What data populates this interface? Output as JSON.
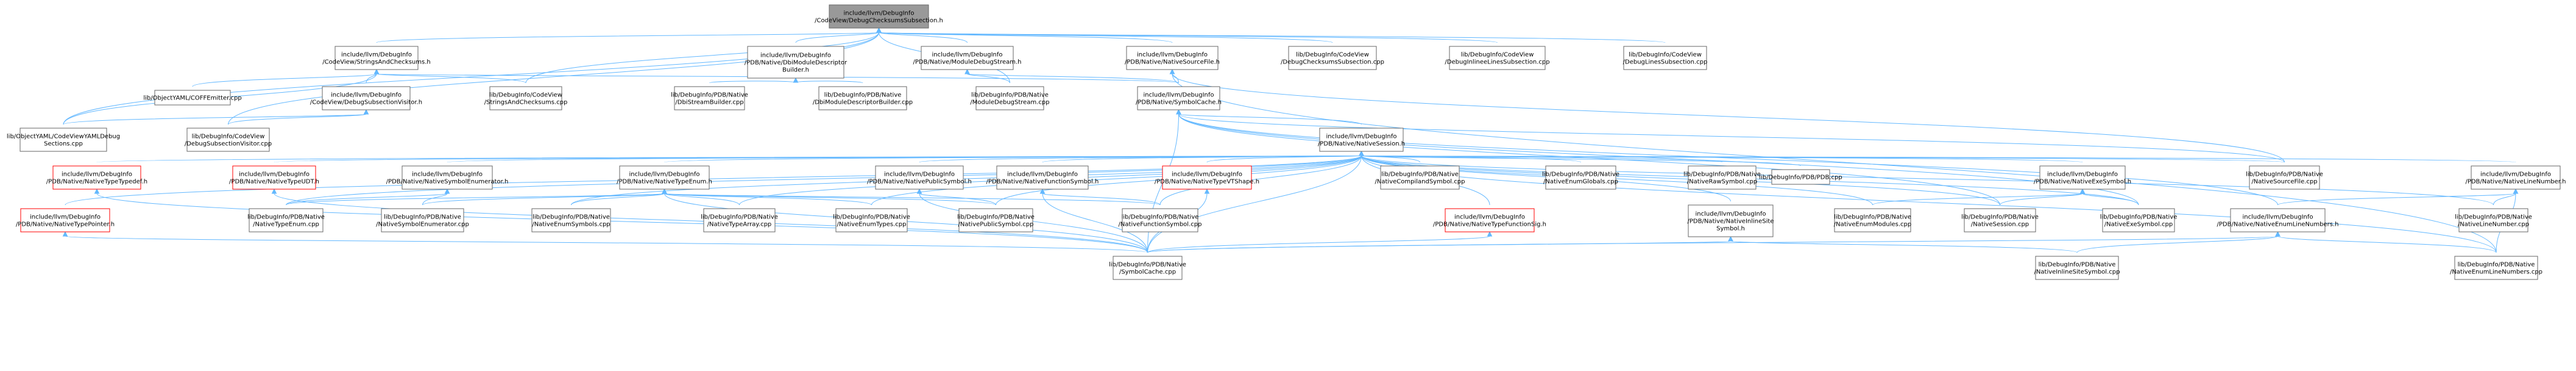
{
  "colors": {
    "root_fill": "#999999",
    "normal_fill": "#ffffff",
    "normal_stroke": "#666666",
    "red_stroke": "#ff0000",
    "edge": "#63b8ff",
    "text": "#000000"
  },
  "nodes": [
    {
      "id": "root",
      "lines": [
        "include/llvm/DebugInfo",
        "/CodeView/DebugChecksumsSubsection.h"
      ],
      "kind": "root"
    },
    {
      "id": "sac",
      "lines": [
        "include/llvm/DebugInfo",
        "/CodeView/StringsAndChecksums.h"
      ],
      "kind": "normal"
    },
    {
      "id": "dbimod",
      "lines": [
        "include/llvm/DebugInfo",
        "/PDB/Native/DbiModuleDescriptor",
        "Builder.h"
      ],
      "kind": "normal"
    },
    {
      "id": "moddbg",
      "lines": [
        "include/llvm/DebugInfo",
        "/PDB/Native/ModuleDebugStream.h"
      ],
      "kind": "normal"
    },
    {
      "id": "natsrc",
      "lines": [
        "include/llvm/DebugInfo",
        "/PDB/Native/NativeSourceFile.h"
      ],
      "kind": "normal"
    },
    {
      "id": "cvchk",
      "lines": [
        "lib/DebugInfo/CodeView",
        "/DebugChecksumsSubsection.cpp"
      ],
      "kind": "normal"
    },
    {
      "id": "cvinl",
      "lines": [
        "lib/DebugInfo/CodeView",
        "/DebugInlineeLinesSubsection.cpp"
      ],
      "kind": "normal"
    },
    {
      "id": "cvlines",
      "lines": [
        "lib/DebugInfo/CodeView",
        "/DebugLinesSubsection.cpp"
      ],
      "kind": "normal"
    },
    {
      "id": "coffemit",
      "lines": [
        "lib/ObjectYAML/COFFEmitter.cpp"
      ],
      "kind": "normal"
    },
    {
      "id": "dsv",
      "lines": [
        "include/llvm/DebugInfo",
        "/CodeView/DebugSubsectionVisitor.h"
      ],
      "kind": "normal"
    },
    {
      "id": "sacpp",
      "lines": [
        "lib/DebugInfo/CodeView",
        "/StringsAndChecksums.cpp"
      ],
      "kind": "normal"
    },
    {
      "id": "dbistream",
      "lines": [
        "lib/DebugInfo/PDB/Native",
        "/DbiStreamBuilder.cpp"
      ],
      "kind": "normal"
    },
    {
      "id": "dbimodcpp",
      "lines": [
        "lib/DebugInfo/PDB/Native",
        "/DbiModuleDescriptorBuilder.cpp"
      ],
      "kind": "normal"
    },
    {
      "id": "moddbgcpp",
      "lines": [
        "lib/DebugInfo/PDB/Native",
        "/ModuleDebugStream.cpp"
      ],
      "kind": "normal"
    },
    {
      "id": "symcache",
      "lines": [
        "include/llvm/DebugInfo",
        "/PDB/Native/SymbolCache.h"
      ],
      "kind": "normal"
    },
    {
      "id": "yamldbg",
      "lines": [
        "lib/ObjectYAML/CodeViewYAMLDebug",
        "Sections.cpp"
      ],
      "kind": "normal"
    },
    {
      "id": "dsvcpp",
      "lines": [
        "lib/DebugInfo/CodeView",
        "/DebugSubsectionVisitor.cpp"
      ],
      "kind": "normal"
    },
    {
      "id": "natsess",
      "lines": [
        "include/llvm/DebugInfo",
        "/PDB/Native/NativeSession.h"
      ],
      "kind": "normal"
    },
    {
      "id": "tdef",
      "lines": [
        "include/llvm/DebugInfo",
        "/PDB/Native/NativeTypeTypedef.h"
      ],
      "kind": "red"
    },
    {
      "id": "udt",
      "lines": [
        "include/llvm/DebugInfo",
        "/PDB/Native/NativeTypeUDT.h"
      ],
      "kind": "red"
    },
    {
      "id": "symenum",
      "lines": [
        "include/llvm/DebugInfo",
        "/PDB/Native/NativeSymbolEnumerator.h"
      ],
      "kind": "normal"
    },
    {
      "id": "typeenum",
      "lines": [
        "include/llvm/DebugInfo",
        "/PDB/Native/NativeTypeEnum.h"
      ],
      "kind": "normal"
    },
    {
      "id": "pubsym",
      "lines": [
        "include/llvm/DebugInfo",
        "/PDB/Native/NativePublicSymbol.h"
      ],
      "kind": "normal"
    },
    {
      "id": "funcsym",
      "lines": [
        "include/llvm/DebugInfo",
        "/PDB/Native/NativeFunctionSymbol.h"
      ],
      "kind": "normal"
    },
    {
      "id": "vtshape",
      "lines": [
        "include/llvm/DebugInfo",
        "/PDB/Native/NativeTypeVTShape.h"
      ],
      "kind": "red"
    },
    {
      "id": "compsym",
      "lines": [
        "lib/DebugInfo/PDB/Native",
        "/NativeCompilandSymbol.cpp"
      ],
      "kind": "normal"
    },
    {
      "id": "enumglob",
      "lines": [
        "lib/DebugInfo/PDB/Native",
        "/NativeEnumGlobals.cpp"
      ],
      "kind": "normal"
    },
    {
      "id": "rawsym",
      "lines": [
        "lib/DebugInfo/PDB/Native",
        "/NativeRawSymbol.cpp"
      ],
      "kind": "normal"
    },
    {
      "id": "pdbcpp",
      "lines": [
        "lib/DebugInfo/PDB/PDB.cpp"
      ],
      "kind": "normal"
    },
    {
      "id": "exesym",
      "lines": [
        "include/llvm/DebugInfo",
        "/PDB/Native/NativeExeSymbol.h"
      ],
      "kind": "normal"
    },
    {
      "id": "natsrccpp",
      "lines": [
        "lib/DebugInfo/PDB/Native",
        "/NativeSourceFile.cpp"
      ],
      "kind": "normal"
    },
    {
      "id": "linenum",
      "lines": [
        "include/llvm/DebugInfo",
        "/PDB/Native/NativeLineNumber.h"
      ],
      "kind": "normal"
    },
    {
      "id": "typeptr",
      "lines": [
        "include/llvm/DebugInfo",
        "/PDB/Native/NativeTypePointer.h"
      ],
      "kind": "red"
    },
    {
      "id": "typeenumcpp",
      "lines": [
        "lib/DebugInfo/PDB/Native",
        "/NativeTypeEnum.cpp"
      ],
      "kind": "normal"
    },
    {
      "id": "symenumcpp",
      "lines": [
        "lib/DebugInfo/PDB/Native",
        "/NativeSymbolEnumerator.cpp"
      ],
      "kind": "normal"
    },
    {
      "id": "enumsymcpp",
      "lines": [
        "lib/DebugInfo/PDB/Native",
        "/NativeEnumSymbols.cpp"
      ],
      "kind": "normal"
    },
    {
      "id": "typearr",
      "lines": [
        "lib/DebugInfo/PDB/Native",
        "/NativeTypeArray.cpp"
      ],
      "kind": "normal"
    },
    {
      "id": "enumtypes",
      "lines": [
        "lib/DebugInfo/PDB/Native",
        "/NativeEnumTypes.cpp"
      ],
      "kind": "normal"
    },
    {
      "id": "pubsymcpp",
      "lines": [
        "lib/DebugInfo/PDB/Native",
        "/NativePublicSymbol.cpp"
      ],
      "kind": "normal"
    },
    {
      "id": "funcsymcpp",
      "lines": [
        "lib/DebugInfo/PDB/Native",
        "/NativeFunctionSymbol.cpp"
      ],
      "kind": "normal"
    },
    {
      "id": "funcsig",
      "lines": [
        "include/llvm/DebugInfo",
        "/PDB/Native/NativeTypeFunctionSig.h"
      ],
      "kind": "red"
    },
    {
      "id": "inlsite",
      "lines": [
        "include/llvm/DebugInfo",
        "/PDB/Native/NativeInlineSite",
        "Symbol.h"
      ],
      "kind": "normal"
    },
    {
      "id": "enummods",
      "lines": [
        "lib/DebugInfo/PDB/Native",
        "/NativeEnumModules.cpp"
      ],
      "kind": "normal"
    },
    {
      "id": "natsesscpp",
      "lines": [
        "lib/DebugInfo/PDB/Native",
        "/NativeSession.cpp"
      ],
      "kind": "normal"
    },
    {
      "id": "exesymcpp",
      "lines": [
        "lib/DebugInfo/PDB/Native",
        "/NativeExeSymbol.cpp"
      ],
      "kind": "normal"
    },
    {
      "id": "enumlines",
      "lines": [
        "include/llvm/DebugInfo",
        "/PDB/Native/NativeEnumLineNumbers.h"
      ],
      "kind": "normal"
    },
    {
      "id": "linenumcpp",
      "lines": [
        "lib/DebugInfo/PDB/Native",
        "/NativeLineNumber.cpp"
      ],
      "kind": "normal"
    },
    {
      "id": "symcachecpp",
      "lines": [
        "lib/DebugInfo/PDB/Native",
        "/SymbolCache.cpp"
      ],
      "kind": "normal"
    },
    {
      "id": "inlsitecpp",
      "lines": [
        "lib/DebugInfo/PDB/Native",
        "/NativeInlineSiteSymbol.cpp"
      ],
      "kind": "normal"
    },
    {
      "id": "enumlinescpp",
      "lines": [
        "lib/DebugInfo/PDB/Native",
        "/NativeEnumLineNumbers.cpp"
      ],
      "kind": "normal"
    }
  ],
  "edges": [
    [
      "root",
      "sac"
    ],
    [
      "root",
      "dbimod"
    ],
    [
      "root",
      "moddbg"
    ],
    [
      "root",
      "natsrc"
    ],
    [
      "root",
      "cvchk"
    ],
    [
      "root",
      "cvinl"
    ],
    [
      "root",
      "cvlines"
    ],
    [
      "root",
      "sacpp"
    ],
    [
      "root",
      "yamldbg"
    ],
    [
      "root",
      "dsvcpp"
    ],
    [
      "root",
      "moddbgcpp"
    ],
    [
      "sac",
      "coffemit"
    ],
    [
      "sac",
      "dsv"
    ],
    [
      "sac",
      "sacpp"
    ],
    [
      "sac",
      "yamldbg"
    ],
    [
      "sac",
      "symcache"
    ],
    [
      "dsv",
      "dsvcpp"
    ],
    [
      "dsv",
      "yamldbg"
    ],
    [
      "dbimod",
      "dbistream"
    ],
    [
      "dbimod",
      "dbimodcpp"
    ],
    [
      "moddbg",
      "moddbgcpp"
    ],
    [
      "moddbg",
      "symcache"
    ],
    [
      "natsrc",
      "symcache"
    ],
    [
      "natsrc",
      "natsrccpp"
    ],
    [
      "natsrc",
      "enumlinescpp"
    ],
    [
      "symcache",
      "natsess"
    ],
    [
      "symcache",
      "symcachecpp"
    ],
    [
      "symcache",
      "natsrccpp"
    ],
    [
      "symcache",
      "enumlines"
    ],
    [
      "symcache",
      "exesymcpp"
    ],
    [
      "symcache",
      "natsesscpp"
    ],
    [
      "natsess",
      "tdef"
    ],
    [
      "natsess",
      "udt"
    ],
    [
      "natsess",
      "symenum"
    ],
    [
      "natsess",
      "typeenum"
    ],
    [
      "natsess",
      "pubsym"
    ],
    [
      "natsess",
      "funcsym"
    ],
    [
      "natsess",
      "vtshape"
    ],
    [
      "natsess",
      "compsym"
    ],
    [
      "natsess",
      "enumglob"
    ],
    [
      "natsess",
      "rawsym"
    ],
    [
      "natsess",
      "pdbcpp"
    ],
    [
      "natsess",
      "exesym"
    ],
    [
      "natsess",
      "natsrccpp"
    ],
    [
      "natsess",
      "linenum"
    ],
    [
      "natsess",
      "typeptr"
    ],
    [
      "natsess",
      "typeenumcpp"
    ],
    [
      "natsess",
      "enumsymcpp"
    ],
    [
      "natsess",
      "funcsig"
    ],
    [
      "natsess",
      "inlsite"
    ],
    [
      "natsess",
      "enummods"
    ],
    [
      "natsess",
      "natsesscpp"
    ],
    [
      "natsess",
      "enumlinescpp"
    ],
    [
      "natsess",
      "symcachecpp"
    ],
    [
      "natsess",
      "typearr"
    ],
    [
      "natsess",
      "enumtypes"
    ],
    [
      "natsess",
      "pubsymcpp"
    ],
    [
      "natsess",
      "funcsymcpp"
    ],
    [
      "natsess",
      "exesymcpp"
    ],
    [
      "natsess",
      "linenumcpp"
    ],
    [
      "tdef",
      "symcachecpp"
    ],
    [
      "udt",
      "symcachecpp"
    ],
    [
      "symenum",
      "typeenumcpp"
    ],
    [
      "symenum",
      "symenumcpp"
    ],
    [
      "typeenum",
      "typeenumcpp"
    ],
    [
      "typeenum",
      "symenumcpp"
    ],
    [
      "typeenum",
      "enumsymcpp"
    ],
    [
      "typeenum",
      "typearr"
    ],
    [
      "typeenum",
      "enumtypes"
    ],
    [
      "typeenum",
      "pubsymcpp"
    ],
    [
      "typeenum",
      "funcsymcpp"
    ],
    [
      "typeenum",
      "symcachecpp"
    ],
    [
      "pubsym",
      "pubsymcpp"
    ],
    [
      "pubsym",
      "symcachecpp"
    ],
    [
      "funcsym",
      "funcsymcpp"
    ],
    [
      "funcsym",
      "symcachecpp"
    ],
    [
      "vtshape",
      "symcachecpp"
    ],
    [
      "typeptr",
      "symcachecpp"
    ],
    [
      "funcsig",
      "symcachecpp"
    ],
    [
      "inlsite",
      "symcachecpp"
    ],
    [
      "inlsite",
      "inlsitecpp"
    ],
    [
      "exesym",
      "natsesscpp"
    ],
    [
      "exesym",
      "exesymcpp"
    ],
    [
      "exesym",
      "enummods"
    ],
    [
      "linenum",
      "enumlines"
    ],
    [
      "linenum",
      "linenumcpp"
    ],
    [
      "linenum",
      "enumlinescpp"
    ],
    [
      "enumlines",
      "enumlinescpp"
    ],
    [
      "enumlines",
      "symcachecpp"
    ],
    [
      "enumlines",
      "inlsitecpp"
    ]
  ]
}
